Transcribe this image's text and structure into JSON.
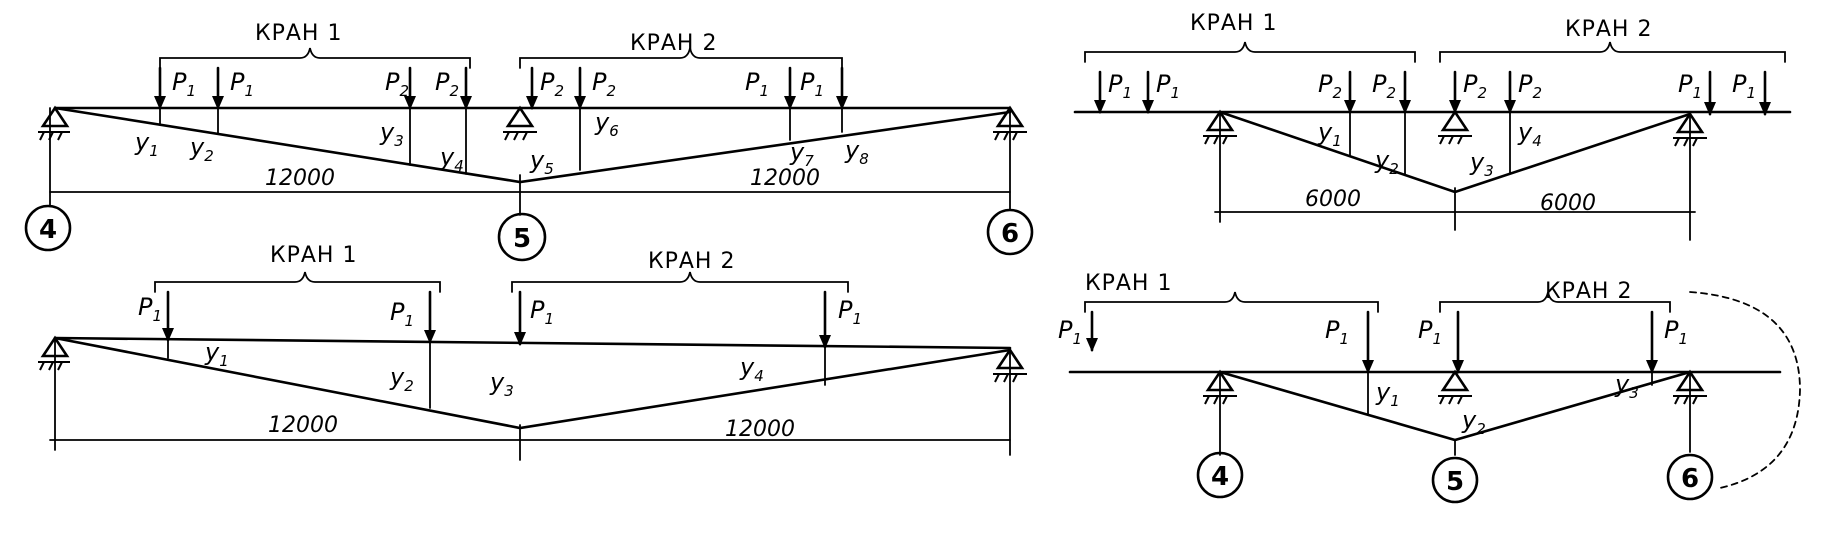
{
  "cranes": {
    "crane1": "КРАН 1",
    "crane2": "КРАН 2"
  },
  "loads": {
    "P1": "P",
    "P1_sub": "1",
    "P2": "P",
    "P2_sub": "2"
  },
  "ordinates": {
    "y1": "y",
    "y1_sub": "1",
    "y2": "y",
    "y2_sub": "2",
    "y3": "y",
    "y3_sub": "3",
    "y4": "y",
    "y4_sub": "4",
    "y5": "y",
    "y5_sub": "5",
    "y6": "y",
    "y6_sub": "6",
    "y7": "y",
    "y7_sub": "7",
    "y8": "y",
    "y8_sub": "8"
  },
  "spans": {
    "span12000": "12000",
    "span6000": "6000"
  },
  "axes": {
    "a4": "4",
    "a5": "5",
    "a6": "6"
  }
}
